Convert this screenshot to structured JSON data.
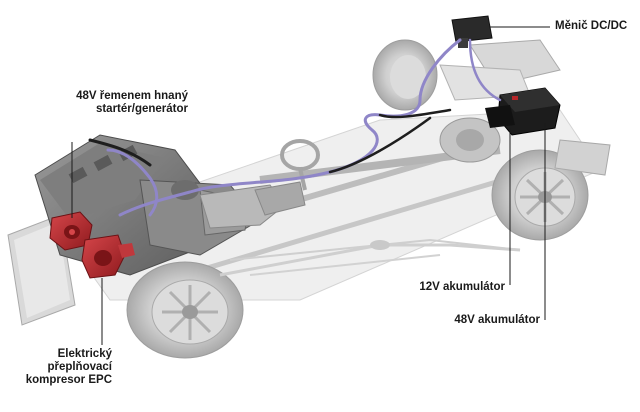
{
  "diagram": {
    "labels": {
      "dcdc": "Měnič DC/DC",
      "starter_line1": "48V řemenem hnaný",
      "starter_line2": "startér/generátor",
      "acc12": "12V akumulátor",
      "acc48": "48V akumulátor",
      "epc_line1": "Elektrický",
      "epc_line2": "přeplňovací",
      "epc_line3": "kompresor EPC"
    },
    "colors": {
      "highlight_red": "#b5262a",
      "battery_black": "#1c1c1c",
      "cable_purple": "#8f86c8",
      "chassis_gray": "#c9c9c9",
      "label_text": "#1a1a1a"
    }
  }
}
